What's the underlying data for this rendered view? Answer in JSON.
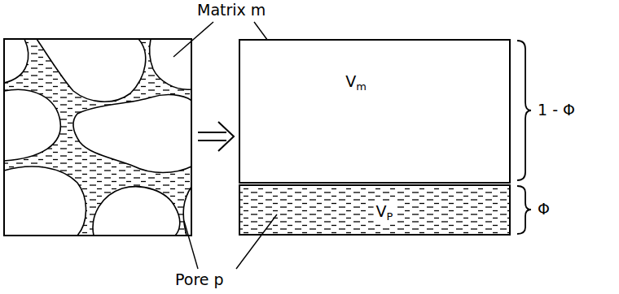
{
  "diagram": {
    "nodes": [
      {
        "text": [
          "Vm"
        ]
      },
      {
        "text": [
          "VP"
        ]
      }
    ],
    "labels": [
      "Matrix m",
      "Pore p",
      "1 - Φ",
      "Φ"
    ]
  }
}
